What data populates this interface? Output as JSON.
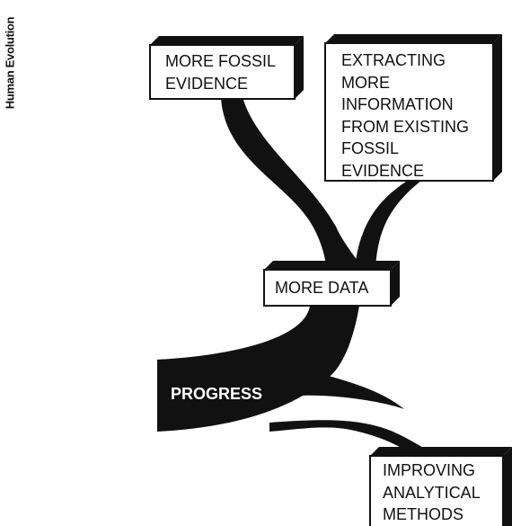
{
  "header": {
    "title": "Human Evolution"
  },
  "boxes": {
    "more_fossil_evidence": "MORE FOSSIL\nEVIDENCE",
    "extracting_information": "EXTRACTING\nMORE\nINFORMATION\nFROM EXISTING\nFOSSIL\nEVIDENCE",
    "more_data": "MORE DATA",
    "improving_methods": "IMPROVING\nANALYTICAL\nMETHODS"
  },
  "flow": {
    "progress_label": "PROGRESS"
  },
  "colors": {
    "ink": "#111111",
    "paper": "#ffffff"
  }
}
